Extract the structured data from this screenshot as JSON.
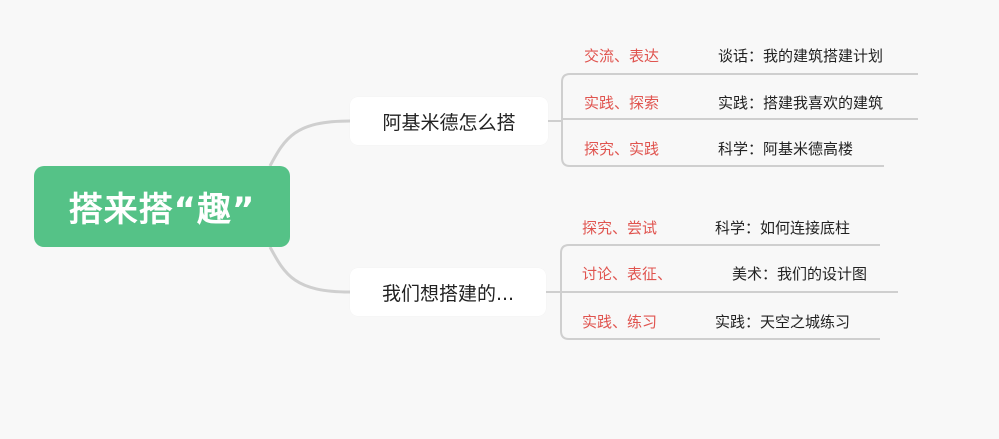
{
  "mindmap": {
    "root": {
      "label": "搭来搭“趣”",
      "color": "#55c287"
    },
    "branches": [
      {
        "label": "阿基米德怎么搭",
        "leaves": [
          {
            "tag": "交流、表达",
            "desc": "谈话：我的建筑搭建计划"
          },
          {
            "tag": "实践、探索",
            "desc": "实践：搭建我喜欢的建筑"
          },
          {
            "tag": "探究、实践",
            "desc": "科学：阿基米德高楼"
          }
        ]
      },
      {
        "label": "我们想搭建的...",
        "leaves": [
          {
            "tag": "探究、尝试",
            "desc": "科学：如何连接底柱"
          },
          {
            "tag": "讨论、表征、",
            "desc": "美术：我们的设计图"
          },
          {
            "tag": "实践、练习",
            "desc": "实践：天空之城练习"
          }
        ]
      }
    ],
    "colors": {
      "tag_text": "#e0544f",
      "line": "#cfcfcf",
      "background": "#f8f8f8"
    }
  }
}
